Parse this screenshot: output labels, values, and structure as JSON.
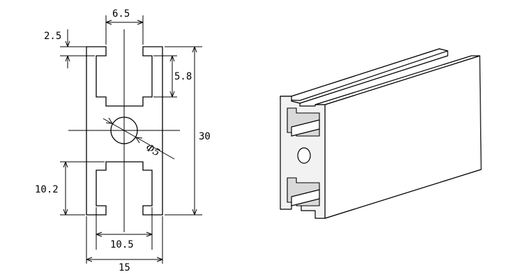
{
  "drawing": {
    "dimensions": {
      "slot_opening": "6.5",
      "lip_thickness": "2.5",
      "slot_depth": "5.8",
      "hole_diameter": "Φ5",
      "overall_height": "30",
      "slot_height": "10.2",
      "inner_width": "10.5",
      "overall_width": "15"
    }
  },
  "colors": {
    "line": "#000000",
    "background": "#ffffff",
    "iso_shade": "#d9d9d9"
  }
}
